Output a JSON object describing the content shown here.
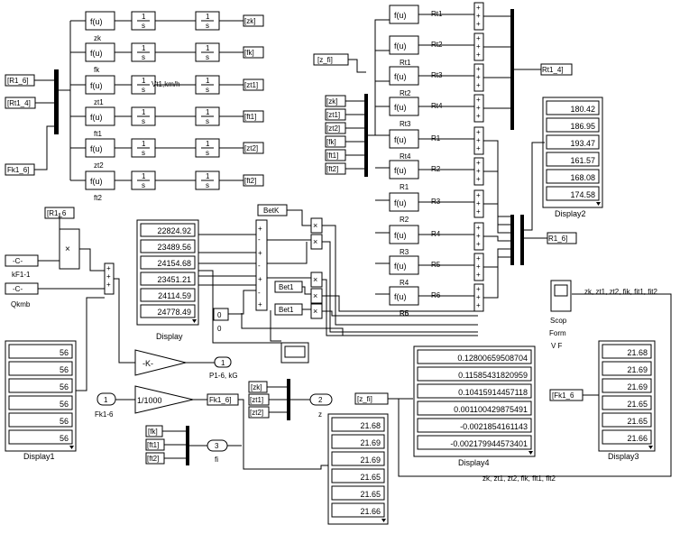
{
  "fcn_label": "f(u)",
  "int_label": "1/s",
  "int_num": "1",
  "int_den": "s",
  "chain_signal_labels": [
    "zk",
    "fk",
    "zt1",
    "ft1",
    "zt2",
    "ft2"
  ],
  "chain_overlay": "Vt1,km/h",
  "chain_gotos": [
    "[zk]",
    "[fk]",
    "[zt1]",
    "[ft1]",
    "[zt2]",
    "[ft2]"
  ],
  "from_tags": {
    "r1_6": "[R1_6]",
    "rt1_4": "[Rt1_4]",
    "fk1_6": "Fk1_6]",
    "r1_6b": "[R1_6",
    "z_fi_goto": "[z_fi]",
    "z_fi_from": "[z_fi]",
    "rt1_4_goto": "Rt1_4]",
    "r1_6_goto": "R1_6]",
    "fk1_6_goto": "Fk1_6]",
    "fk1_6_from": "[Fk1_6",
    "betk": "BetK",
    "bet1a": "Bet1",
    "bet1b": "Bet1"
  },
  "stack_inputs": [
    "[zk]",
    "[zt1]",
    "[zt2]",
    "[fk]",
    "[ft1]",
    "[ft2]"
  ],
  "right_fcn_labels": [
    "Rt1",
    "Rt2",
    "Rt3",
    "Rt4",
    "R1",
    "R2",
    "R3",
    "R4",
    "R5",
    "R6"
  ],
  "consts": {
    "c1": "-C-",
    "c1_name": "kF1-1",
    "c2": "-C-",
    "c2_name": "Qkmb",
    "zero": "0",
    "zero_name": "0"
  },
  "gain": {
    "label": "-K-",
    "name": "P1-6, kG",
    "out_port": "1"
  },
  "divider": {
    "label": "1/1000",
    "in_port": "1",
    "in_name": "Fk1-6"
  },
  "ports": {
    "z_port": "2",
    "z_name": "z",
    "fi_port": "3",
    "fi_name": "fi"
  },
  "fi_inputs": [
    "[fk]",
    "[ft1]",
    "[ft2]"
  ],
  "z_inputs": [
    "[zk]",
    "[zt1]",
    "[zt2]"
  ],
  "display": {
    "name": "Display",
    "values": [
      "22824.92",
      "23489.56",
      "24154.68",
      "23451.21",
      "24114.59",
      "24778.49"
    ]
  },
  "display1": {
    "name": "Display1",
    "values": [
      "56",
      "56",
      "56",
      "56",
      "56",
      "56"
    ]
  },
  "display2": {
    "name": "Display2",
    "values": [
      "180.42",
      "186.95",
      "193.47",
      "161.57",
      "168.08",
      "174.58"
    ]
  },
  "display3": {
    "name": "Display3",
    "values": [
      "21.68",
      "21.69",
      "21.69",
      "21.65",
      "21.65",
      "21.66"
    ]
  },
  "display4": {
    "name": "Display4",
    "values": [
      "0.12800659508704",
      "0.11585431820959",
      "0.10415914457118",
      "0.001100429875491",
      "-0.0021854161143",
      "-0.002179944573401"
    ]
  },
  "display5": {
    "values": [
      "21.68",
      "21.69",
      "21.69",
      "21.65",
      "21.65",
      "21.66"
    ]
  },
  "scope": {
    "name1": "Scop",
    "name2": "Form",
    "name3": "V F",
    "signals": "zk, zt1, zt2, fik, fit1, fit2"
  },
  "bottom_signals": "zk, zt1, zt2, fik, fit1, fit2"
}
